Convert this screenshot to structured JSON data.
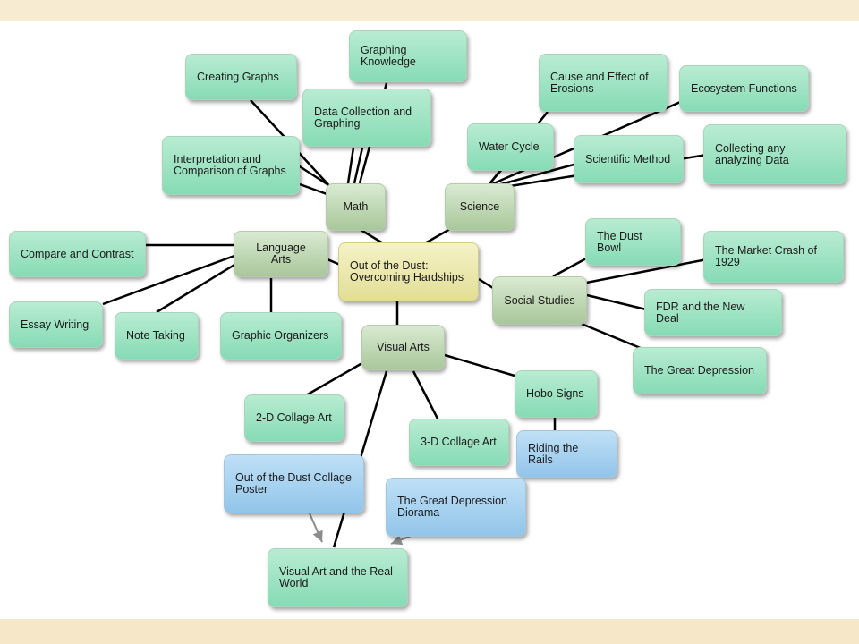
{
  "colors": {
    "leaf": "#96e0bf",
    "branch": "#b8d4aa",
    "center": "#ece8aa",
    "product": "#a6d0ee",
    "band": "#f7ecd2"
  },
  "diagram": {
    "center": "Out of the Dust: Overcoming Hardships",
    "math": {
      "label": "Math",
      "creating_graphs": "Creating Graphs",
      "graphing_knowledge": "Graphing Knowledge",
      "data_collection": "Data Collection and Graphing",
      "interpretation": "Interpretation and Comparison of Graphs"
    },
    "science": {
      "label": "Science",
      "cause_effect": "Cause and Effect of Erosions",
      "ecosystem": "Ecosystem Functions",
      "water_cycle": "Water Cycle",
      "scientific_method": "Scientific Method",
      "collecting_data": "Collecting any analyzing Data"
    },
    "language_arts": {
      "label": "Language Arts",
      "compare_contrast": "Compare and Contrast",
      "essay_writing": "Essay Writing",
      "note_taking": "Note Taking",
      "graphic_organizers": "Graphic Organizers"
    },
    "social_studies": {
      "label": "Social Studies",
      "dust_bowl": "The Dust Bowl",
      "market_crash": "The Market Crash of 1929",
      "fdr": "FDR and the New Deal",
      "great_depression": "The Great Depression"
    },
    "visual_arts": {
      "label": "Visual Arts",
      "hobo_signs": "Hobo Signs",
      "riding_rails": "Riding the Rails",
      "collage_2d": "2-D Collage Art",
      "collage_3d": "3-D Collage Art",
      "collage_poster": "Out of the Dust Collage Poster",
      "diorama": "The Great Depression Diorama",
      "real_world": "Visual Art and the Real World"
    }
  }
}
